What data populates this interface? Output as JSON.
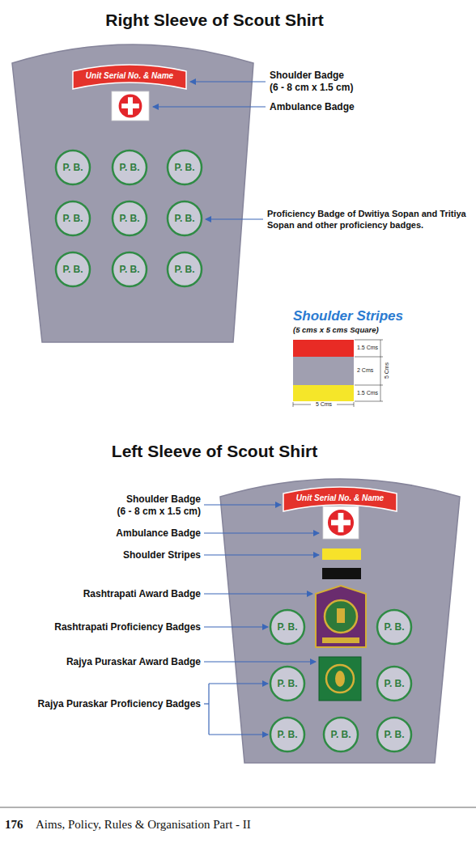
{
  "diagram": {
    "nodes": [
      {
        "text": [
          "Right Sleeve of Scout Shirt"
        ]
      },
      {
        "text": [
          "Unit Serial No. & Name"
        ],
        "in": 0
      },
      {
        "text": [
          "P. B."
        ],
        "in": 0
      },
      {
        "text": [
          "P. B."
        ],
        "in": 0
      },
      {
        "text": [
          "P. B."
        ],
        "in": 0
      },
      {
        "text": [
          "P. B."
        ],
        "in": 0
      },
      {
        "text": [
          "P. B."
        ],
        "in": 0
      },
      {
        "text": [
          "P. B."
        ],
        "in": 0
      },
      {
        "text": [
          "P. B."
        ],
        "in": 0
      },
      {
        "text": [
          "P. B."
        ],
        "in": 0
      },
      {
        "text": [
          "P. B."
        ],
        "in": 0
      },
      {
        "text": [
          "Left Sleeve of Scout Shirt"
        ]
      },
      {
        "text": [
          "Unit Serial No. & Name"
        ],
        "in": 11
      },
      {
        "text": [
          "P. B."
        ],
        "in": 11
      },
      {
        "text": [
          "P. B."
        ],
        "in": 11
      },
      {
        "text": [
          "P. B."
        ],
        "in": 11
      },
      {
        "text": [
          "P. B."
        ],
        "in": 11
      },
      {
        "text": [
          "P. B."
        ],
        "in": 11
      },
      {
        "text": [
          "P. B."
        ],
        "in": 11
      },
      {
        "text": [
          "P. B."
        ],
        "in": 11
      }
    ],
    "labels": [
      "Shoulder Badge",
      "(6 - 8 cm x 1.5 cm)",
      "Ambulance Badge",
      "Proficiency Badge of Dwitiya Sopan and Tritiya Sopan and other proficiency badges.",
      "Shoulder Stripes",
      "(5 cms x 5 cms Square)",
      "1.5 Cms",
      "2 Cms",
      "1.5 Cms",
      "5 Cms",
      "5 Cms",
      "Shoulder Badge",
      "(6 - 8 cm x 1.5 cm)",
      "Ambulance Badge",
      "Shoulder Stripes",
      "Rashtrapati Award Badge",
      "Rashtrapati Proficiency Badges",
      "Rajya Puraskar Award Badge",
      "Rajya Puraskar Proficiency Badges",
      "176",
      "Aims, Policy, Rules & Organisation Part - II"
    ]
  }
}
